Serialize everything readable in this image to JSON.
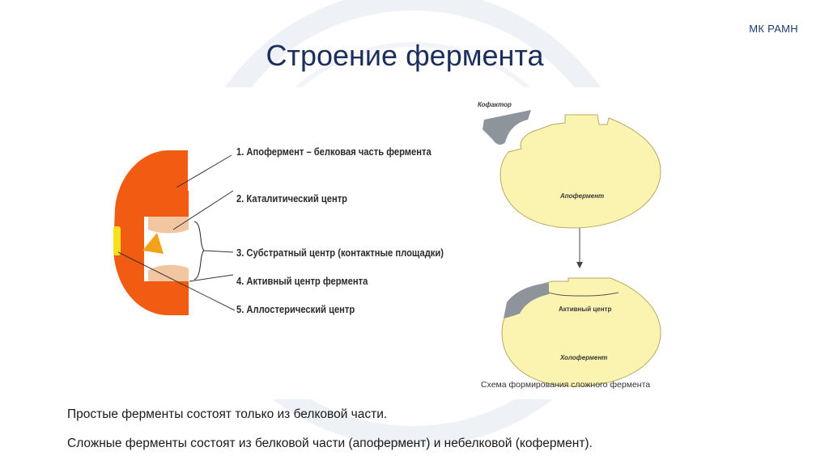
{
  "brand": "МК РАМН",
  "title": "Строение фермента",
  "structure_labels": [
    "1. Апофермент  – белковая часть фермента",
    "2. Каталитический центр",
    "3. Субстратный центр (контактные площадки)",
    "4. Активный центр фермента",
    "5. Аллостерический центр"
  ],
  "scheme": {
    "cofactor": "Кофактор",
    "apoenzyme": "Апофермент",
    "active_center": "Активный центр",
    "holoenzyme": "Холофермент",
    "caption": "Схема формирования сложного фермента"
  },
  "paragraphs": [
    "Простые ферменты состоят только из белковой части.",
    "Сложные ферменты состоят из белковой части (апофермент) и небелковой (кофермент)."
  ],
  "colors": {
    "title": "#1c2f5c",
    "enzyme_orange": "#f25c12",
    "allosteric_yellow": "#f4e21c",
    "contact_pad": "#f3c6a2",
    "catalytic_triangle": "#f4a21c",
    "apoenzyme_fill": "#fbf4b0",
    "cofactor_gray": "#8e949b"
  }
}
